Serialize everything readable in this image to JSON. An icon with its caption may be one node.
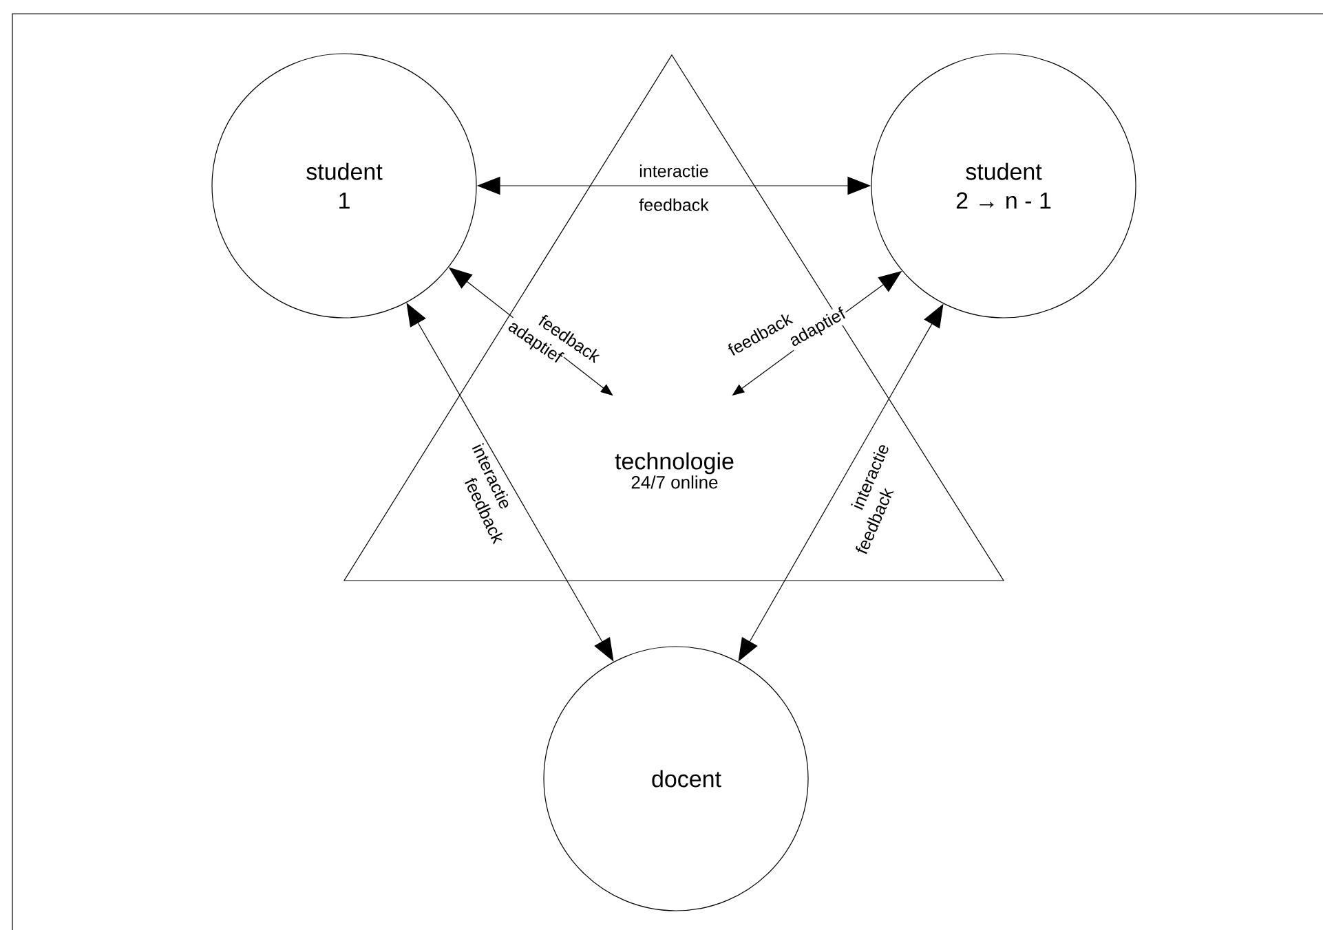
{
  "diagram": {
    "nodes": [
      {
        "text": [
          "student 1"
        ]
      },
      {
        "text": [
          "student 2 → n - 1"
        ]
      },
      {
        "text": [
          "technologie",
          "24/7 online"
        ]
      },
      {
        "text": [
          "docent"
        ]
      }
    ],
    "edges": [
      {
        "from": 0,
        "to": 1,
        "arrow": "both",
        "label": "interactie"
      },
      {
        "from": 0,
        "to": 2,
        "arrow": "both",
        "label": "feedback"
      },
      {
        "from": 1,
        "to": 2,
        "arrow": "both",
        "label": "feedback"
      },
      {
        "from": 0,
        "to": 3,
        "arrow": "both",
        "label": "interactie"
      },
      {
        "from": 1,
        "to": 3,
        "arrow": "both",
        "label": "interactie"
      }
    ],
    "labels": [
      "feedback",
      "adaptief",
      "adaptief",
      "feedback",
      "feedback"
    ]
  }
}
